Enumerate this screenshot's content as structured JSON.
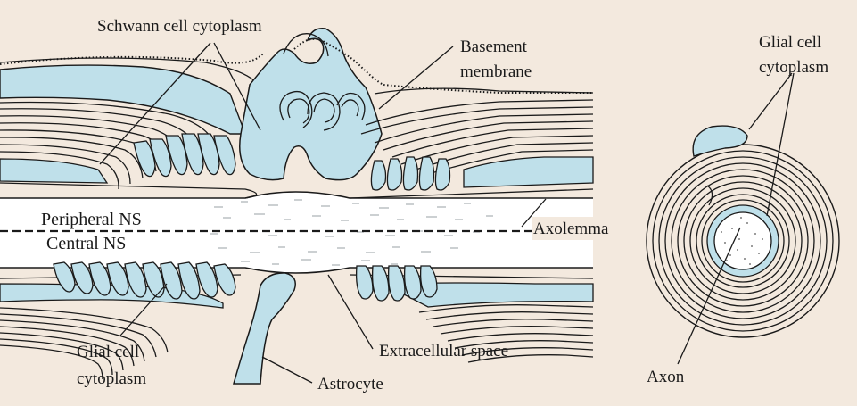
{
  "labels": {
    "schwann_cytoplasm": "Schwann cell cytoplasm",
    "basement_membrane_line1": "Basement",
    "basement_membrane_line2": "membrane",
    "glial_right_line1": "Glial cell",
    "glial_right_line2": "cytoplasm",
    "peripheral_ns": "Peripheral NS",
    "central_ns": "Central NS",
    "axolemma": "Axolemma",
    "glial_left_line1": "Glial cell",
    "glial_left_line2": "cytoplasm",
    "extracellular_space": "Extracellular space",
    "astrocyte": "Astrocyte",
    "axon": "Axon"
  },
  "colors": {
    "background": "#f3e9de",
    "cytoplasm": "#bfe0ea",
    "axon": "#ffffff",
    "ink": "#1a1a1a"
  }
}
